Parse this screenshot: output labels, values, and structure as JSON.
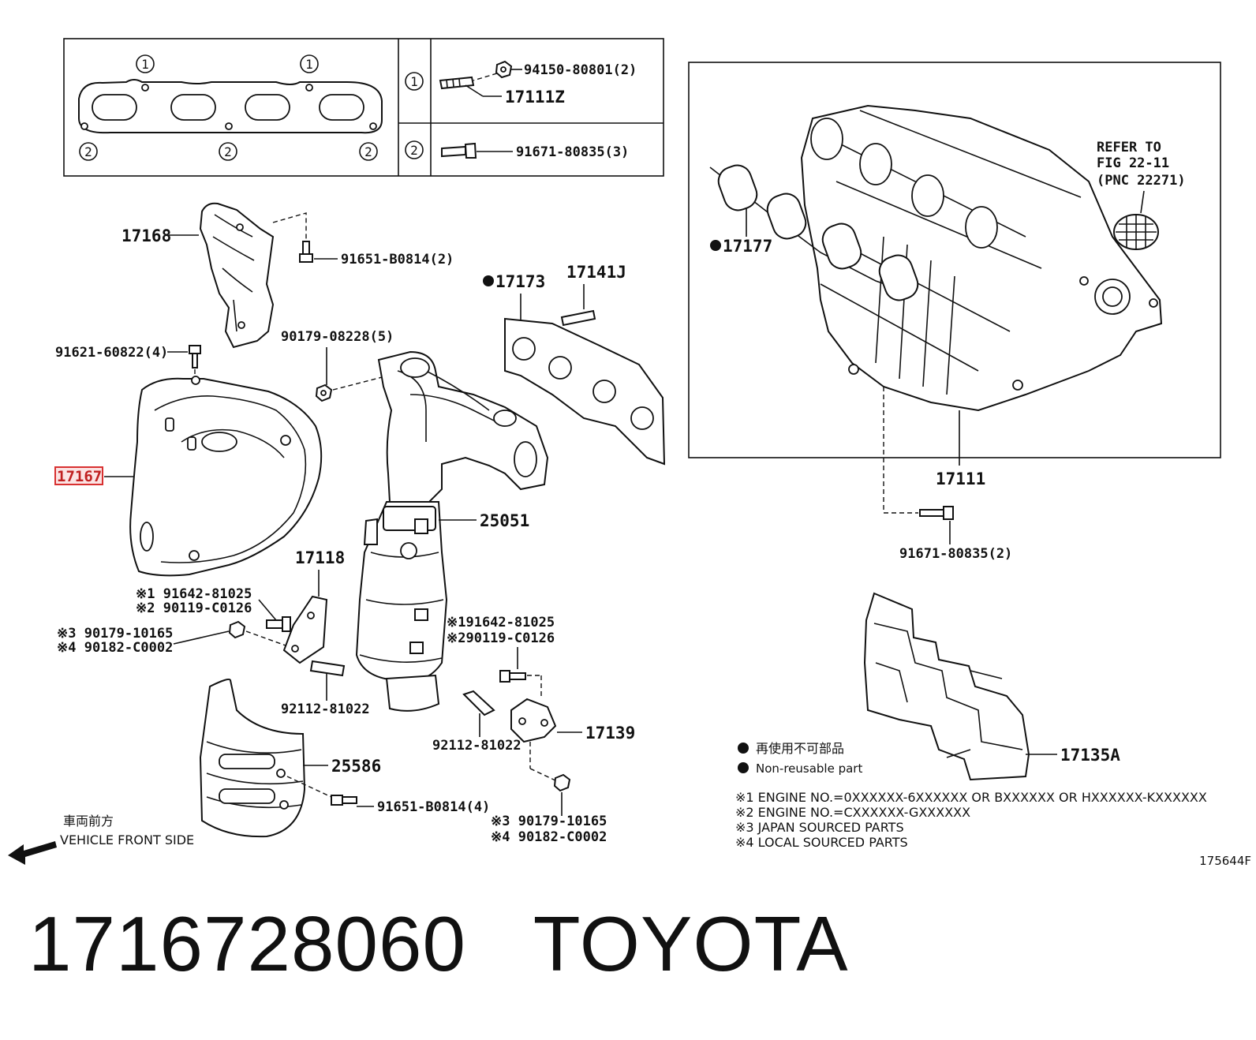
{
  "inset_table": {
    "row1": {
      "ref": "1",
      "nut_part": "94150-80801(2)",
      "stud_part": "17111Z"
    },
    "row2": {
      "ref": "2",
      "bolt_part": "91671-80835(3)"
    },
    "gasket_markers": [
      "1",
      "1",
      "2",
      "2",
      "2"
    ]
  },
  "labels": {
    "p17168": "17168",
    "p91651_top": "91651-B0814(2)",
    "p17173": "17173",
    "p17141J": "17141J",
    "p90179_08228": "90179-08228(5)",
    "p91621": "91621-60822(4)",
    "p17167": "17167",
    "p25051": "25051",
    "p17118": "17118",
    "n1a": "※1 91642-81025",
    "n2a": "※2 90119-C0126",
    "n3a": "※3 90179-10165",
    "n4a": "※4 90182-C0002",
    "n1b": "※191642-81025",
    "n2b": "※290119-C0126",
    "p92112_left": "92112-81022",
    "p92112_right": "92112-81022",
    "p17139": "17139",
    "p25586": "25586",
    "p91651_bottom": "91651-B0814(4)",
    "n3b": "※3 90179-10165",
    "n4b": "※4 90182-C0002",
    "refer_1": "REFER TO",
    "refer_2": "FIG 22-11",
    "refer_3": "(PNC 22271)",
    "p17177": "17177",
    "p17111": "17111",
    "p91671_80835_2": "91671-80835(2)",
    "p17135A": "17135A"
  },
  "legend": {
    "jp": "再使用不可部品",
    "en": "Non-reusable part"
  },
  "notes": [
    "※1 ENGINE NO.=0XXXXXX-6XXXXXX OR BXXXXXX OR HXXXXXX-KXXXXXX",
    "※2 ENGINE NO.=CXXXXXX-GXXXXXX",
    "※3 JAPAN SOURCED PARTS",
    "※4 LOCAL SOURCED PARTS"
  ],
  "front": {
    "jp": "車両前方",
    "en": "VEHICLE FRONT SIDE"
  },
  "figure_id": "175644F",
  "highlight_part": "17167",
  "footer": {
    "part_number": "1716728060",
    "brand": "TOYOTA"
  }
}
